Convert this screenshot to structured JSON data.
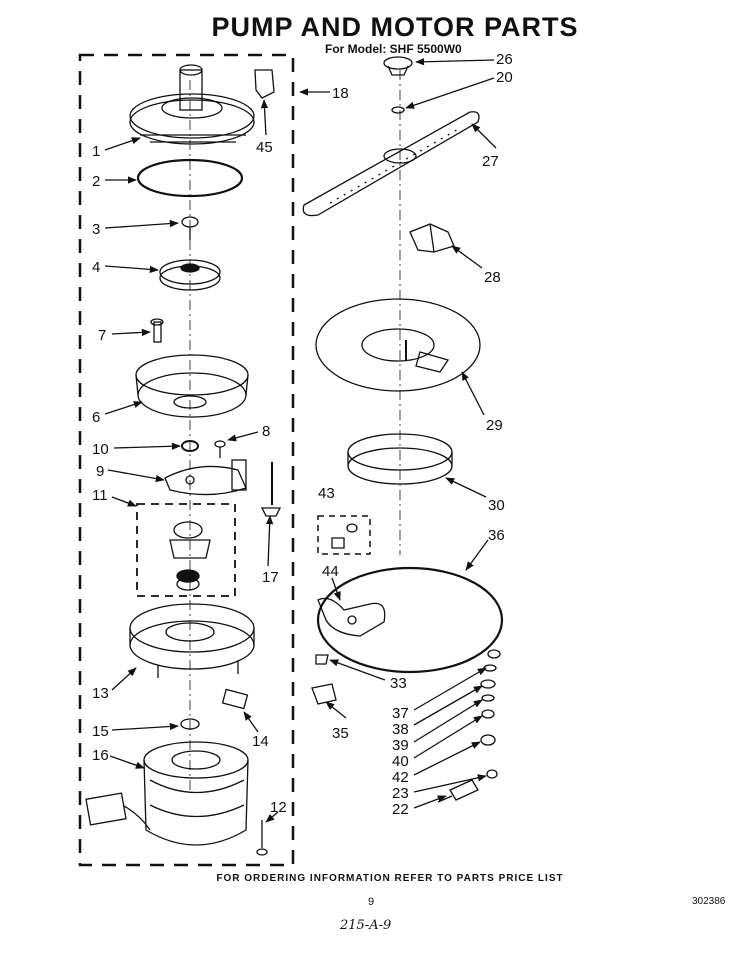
{
  "header": {
    "title": "PUMP AND MOTOR PARTS",
    "subtitle": "For Model: SHF 5500W0"
  },
  "callouts": {
    "c1": "1",
    "c2": "2",
    "c3": "3",
    "c4": "4",
    "c7": "7",
    "c6": "6",
    "c10": "10",
    "c8": "8",
    "c9": "9",
    "c11": "11",
    "c17": "17",
    "c13": "13",
    "c15": "15",
    "c14": "14",
    "c16": "16",
    "c12": "12",
    "c45": "45",
    "c18": "18",
    "c26": "26",
    "c20": "20",
    "c27": "27",
    "c28": "28",
    "c29": "29",
    "c30": "30",
    "c36": "36",
    "c43": "43",
    "c44": "44",
    "c33": "33",
    "c35": "35",
    "c37": "37",
    "c38": "38",
    "c39": "39",
    "c40": "40",
    "c42": "42",
    "c23": "23",
    "c22": "22"
  },
  "footer": {
    "ordering_note": "FOR ORDERING INFORMATION REFER TO PARTS PRICE LIST",
    "page_number": "9",
    "doc_number": "302386",
    "handwritten": "215-A-9"
  }
}
